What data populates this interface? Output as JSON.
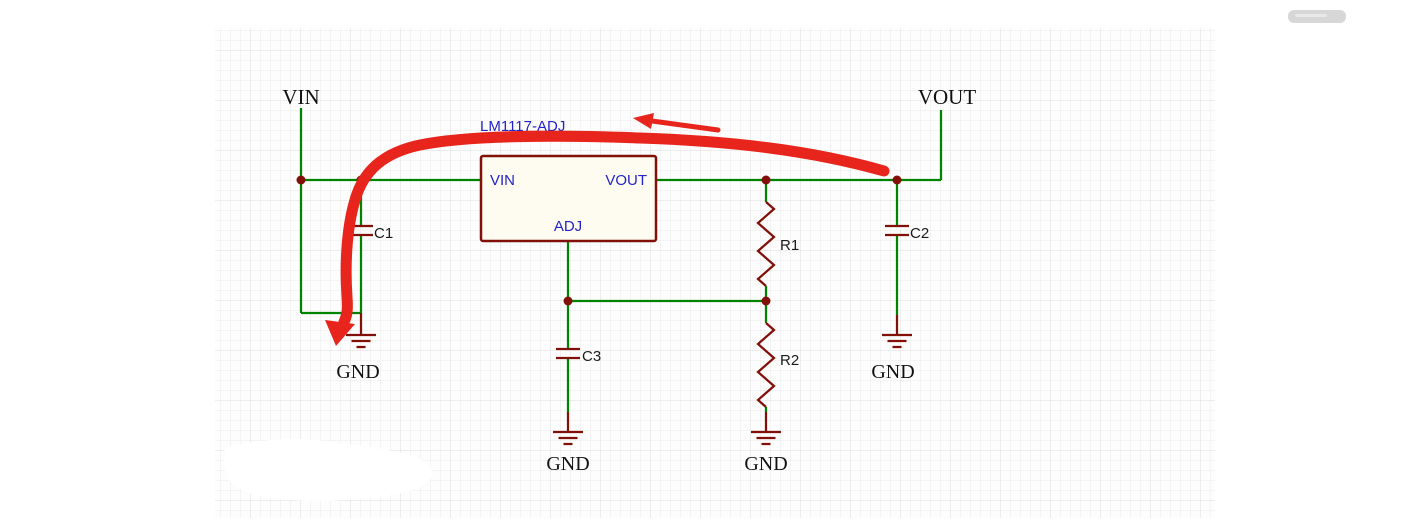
{
  "schematic": {
    "ic": {
      "ref": "LM1117-ADJ",
      "pins": {
        "vin": "VIN",
        "vout": "VOUT",
        "adj": "ADJ"
      }
    },
    "net_labels": {
      "vin": "VIN",
      "vout": "VOUT",
      "gnd": [
        "GND",
        "GND",
        "GND",
        "GND"
      ]
    },
    "components": {
      "c1": "C1",
      "c2": "C2",
      "c3": "C3",
      "r1": "R1",
      "r2": "R2"
    },
    "colors": {
      "wire_green": "#008400",
      "symbol_maroon": "#801008",
      "label_blue": "#2323cb",
      "text_black": "#111111",
      "annotation_red": "#e8251c",
      "grid_minor": "#eaeaea",
      "grid_major": "#dddddd",
      "ic_body_fill": "#fefcf0"
    }
  }
}
